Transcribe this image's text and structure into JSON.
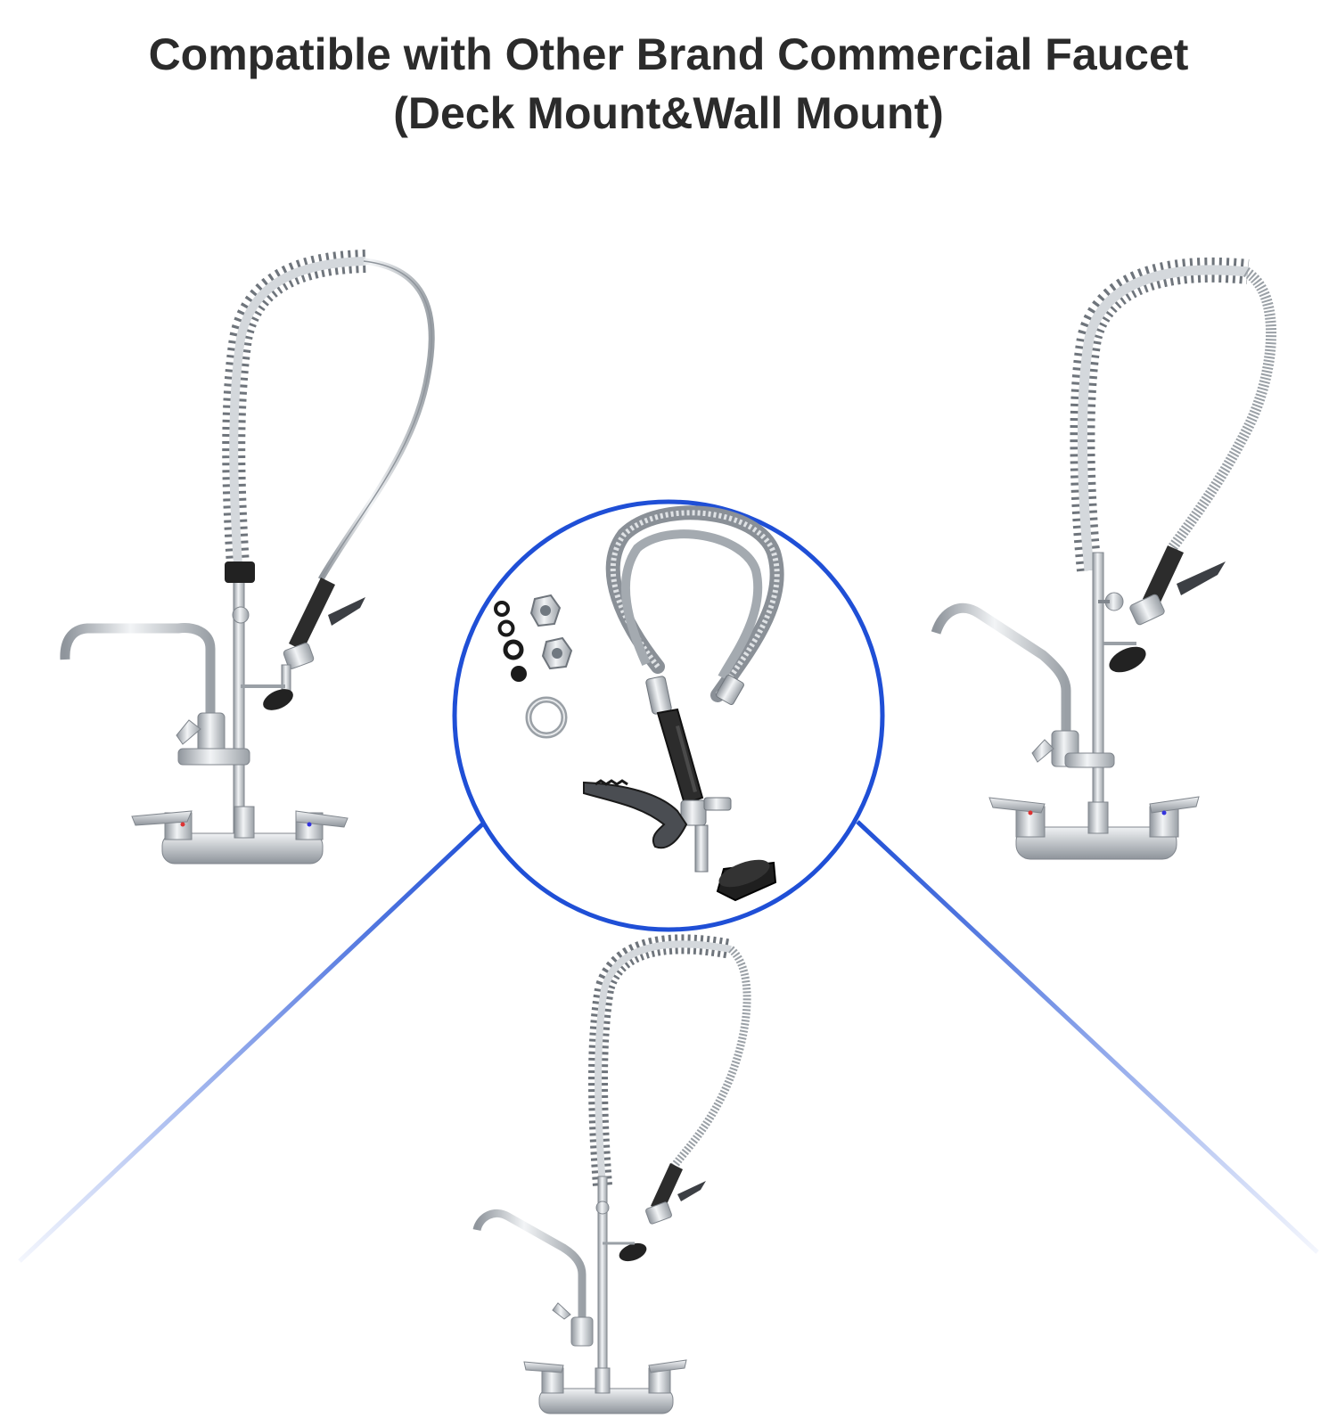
{
  "title": {
    "line1": "Compatible with Other Brand Commercial Faucet",
    "line2": "(Deck Mount&Wall Mount)"
  },
  "colors": {
    "accent": "#1f4fd6",
    "steel": "#b9bec4",
    "rubber": "#2a2a2a",
    "text": "#2b2b2b"
  },
  "products": [
    {
      "id": "center",
      "name": "pre-rinse-kit"
    },
    {
      "id": "left",
      "name": "faucet-deck-mount"
    },
    {
      "id": "right",
      "name": "faucet-wall-mount"
    },
    {
      "id": "bottom",
      "name": "faucet-bottom"
    }
  ]
}
